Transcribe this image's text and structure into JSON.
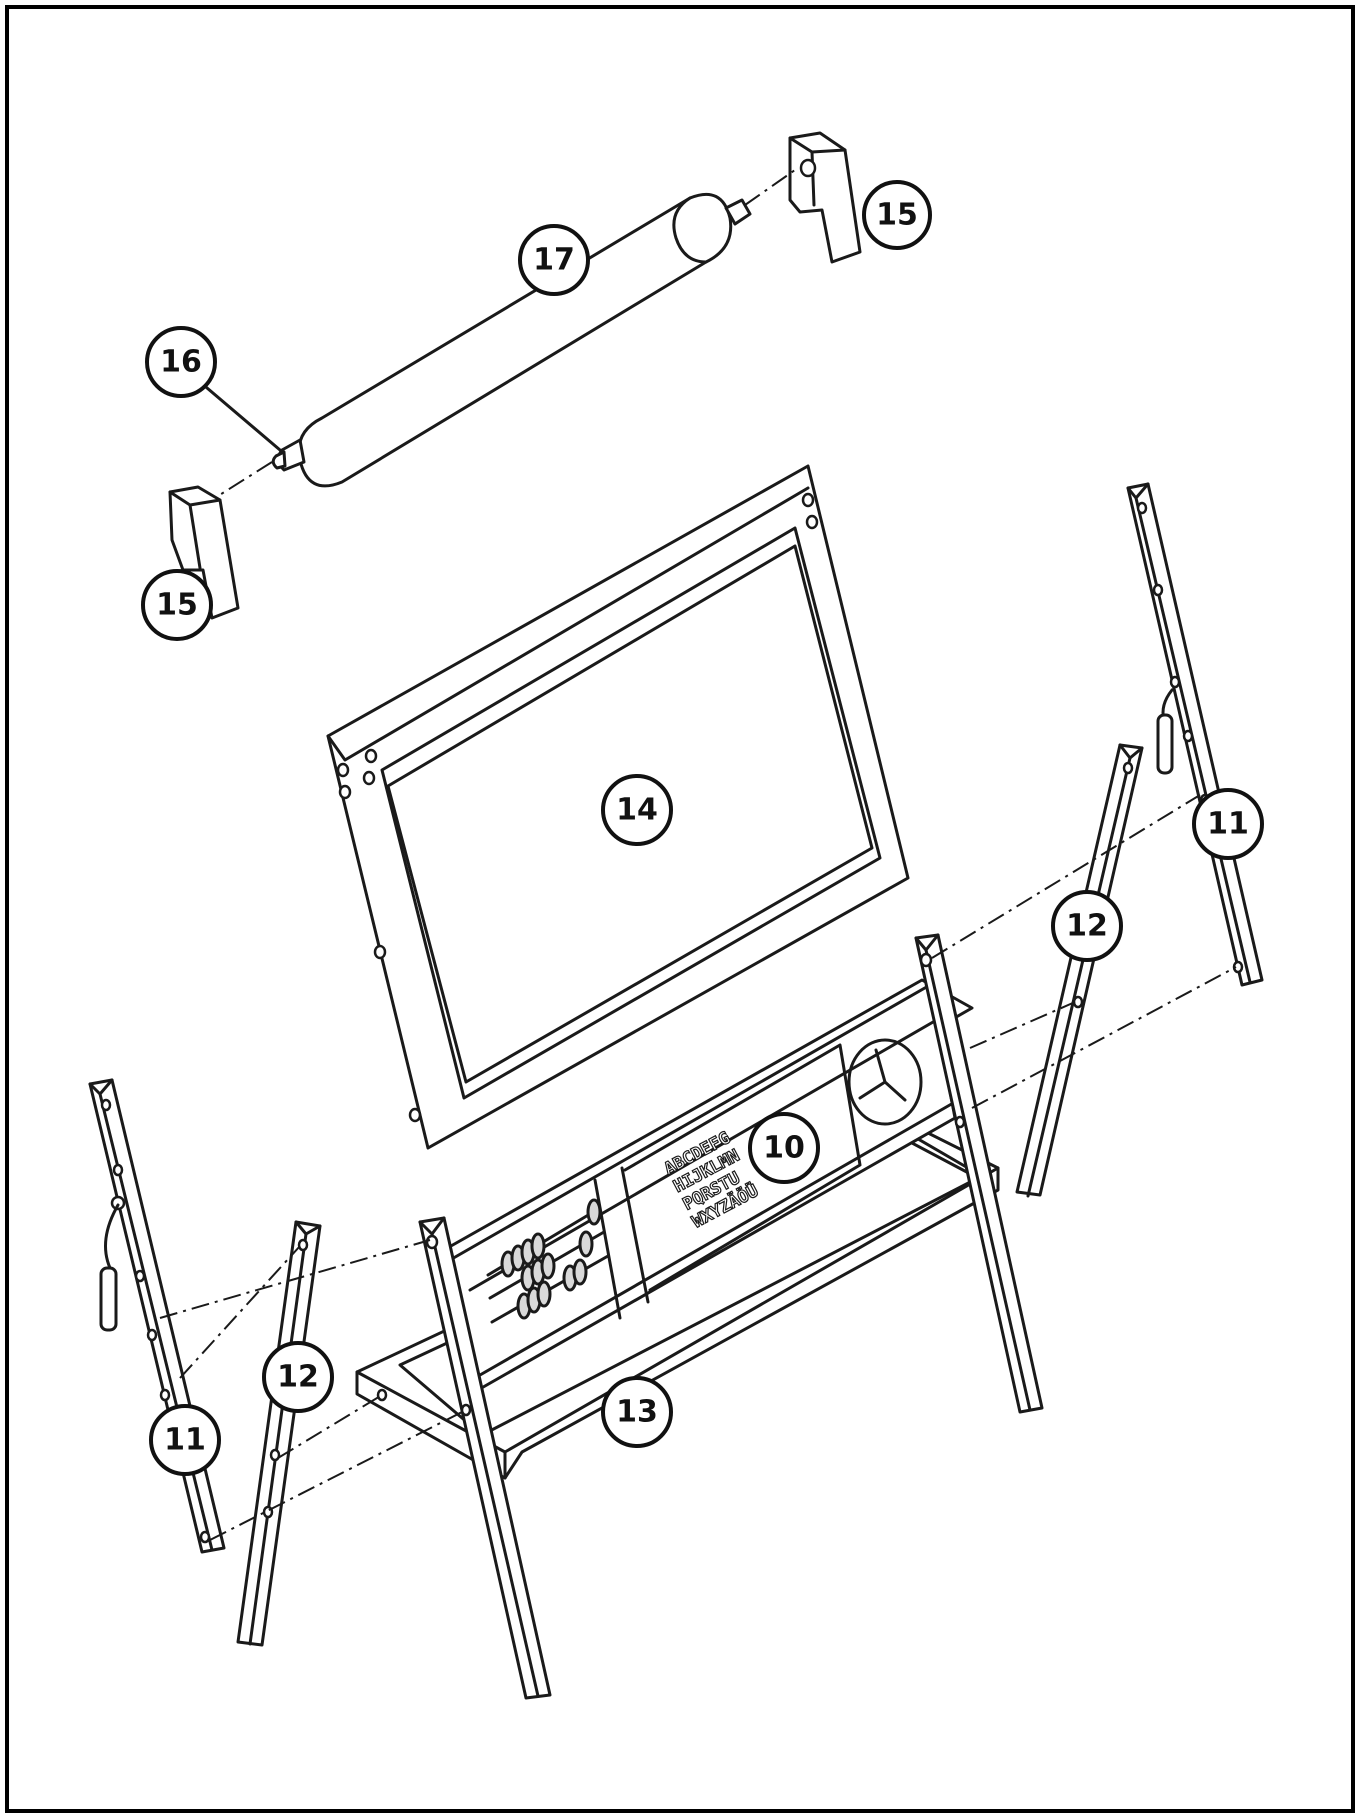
{
  "callouts": {
    "p15_top": "15",
    "p17": "17",
    "p16": "16",
    "p15_left": "15",
    "p14": "14",
    "p11_right": "11",
    "p12_right": "12",
    "p10": "10",
    "p12_left": "12",
    "p13": "13",
    "p11_left": "11"
  },
  "board_letters": {
    "row1": "ABCDEFG",
    "row2": "HIJKLMN",
    "row3": "PQRSTU",
    "row4": "WXYZÄÖÜ"
  },
  "colors": {
    "line": "#1a1a1a",
    "background": "#ffffff",
    "frame": "#000000"
  }
}
